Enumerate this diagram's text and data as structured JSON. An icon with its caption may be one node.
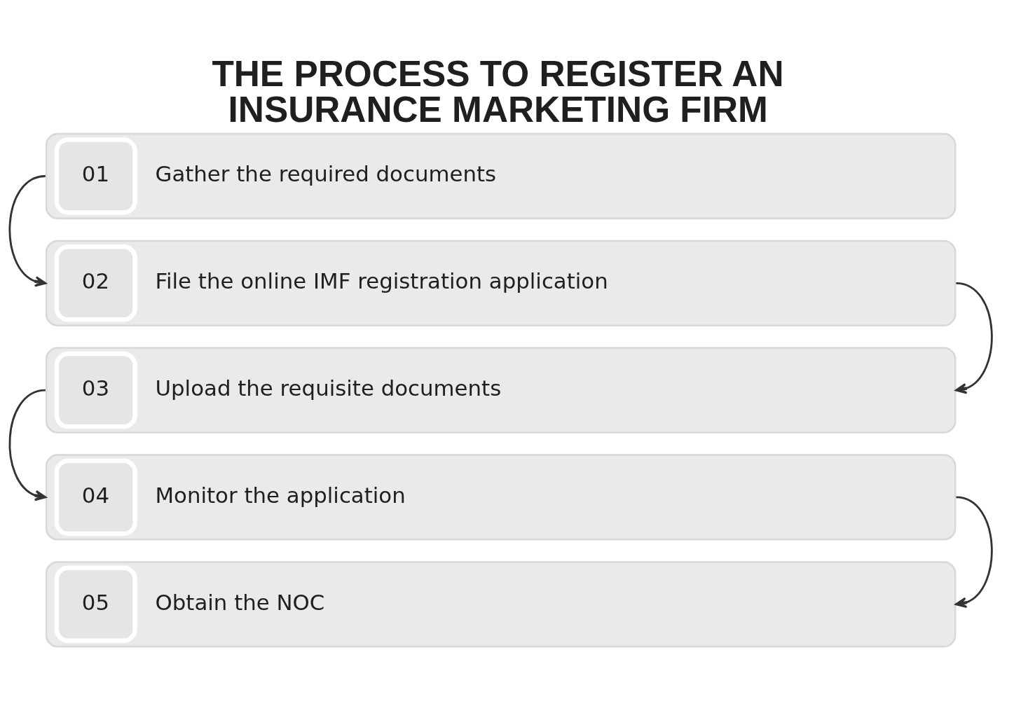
{
  "diagram": {
    "title": "THE PROCESS TO REGISTER AN INSURANCE MARKETING FIRM",
    "nodes": [
      {
        "text": [
          "01",
          "Gather the required documents"
        ]
      },
      {
        "text": [
          "02",
          "File the online IMF registration application"
        ]
      },
      {
        "text": [
          "03",
          "Upload the requisite documents"
        ]
      },
      {
        "text": [
          "04",
          "Monitor the application"
        ]
      },
      {
        "text": [
          "05",
          "Obtain the NOC"
        ]
      }
    ],
    "edges": [
      {
        "from": 0,
        "to": 1,
        "arrow": "to"
      },
      {
        "from": 1,
        "to": 2,
        "arrow": "to"
      },
      {
        "from": 2,
        "to": 3,
        "arrow": "to"
      },
      {
        "from": 3,
        "to": 4,
        "arrow": "to"
      }
    ]
  }
}
